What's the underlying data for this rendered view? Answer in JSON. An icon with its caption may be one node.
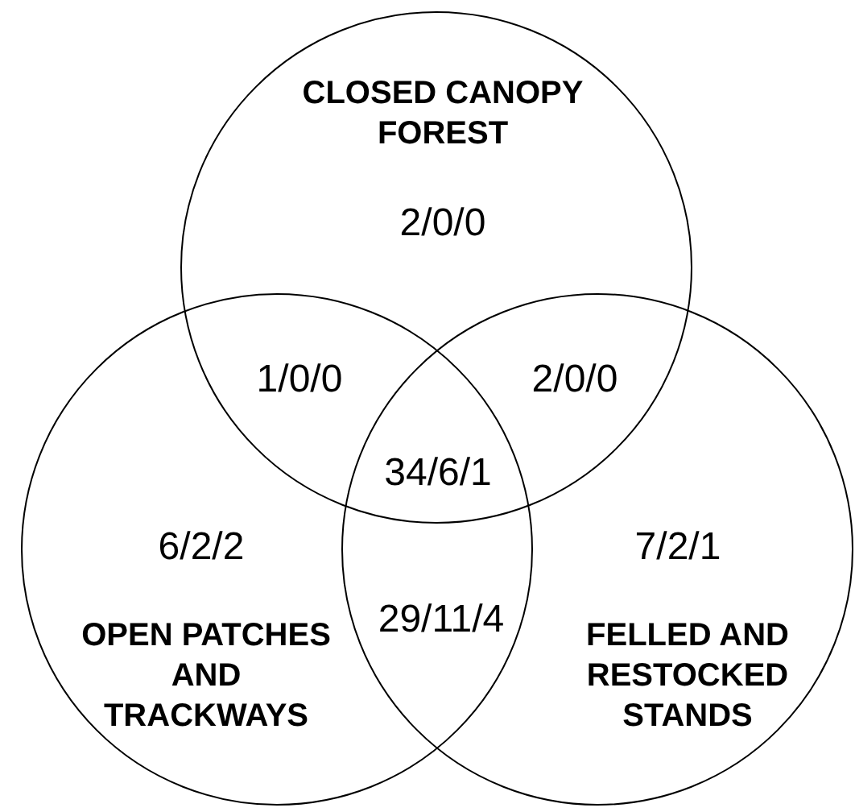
{
  "diagram": {
    "nodes": [
      {
        "text": [
          "CLOSED CANOPY FOREST",
          "2/0/0"
        ]
      },
      {
        "text": [
          "6/2/2",
          "OPEN PATCHES AND TRACKWAYS"
        ]
      },
      {
        "text": [
          "7/2/1",
          "FELLED AND RESTOCKED STANDS"
        ]
      }
    ],
    "labels": [
      "1/0/0",
      "2/0/0",
      "34/6/1",
      "29/11/4"
    ]
  }
}
